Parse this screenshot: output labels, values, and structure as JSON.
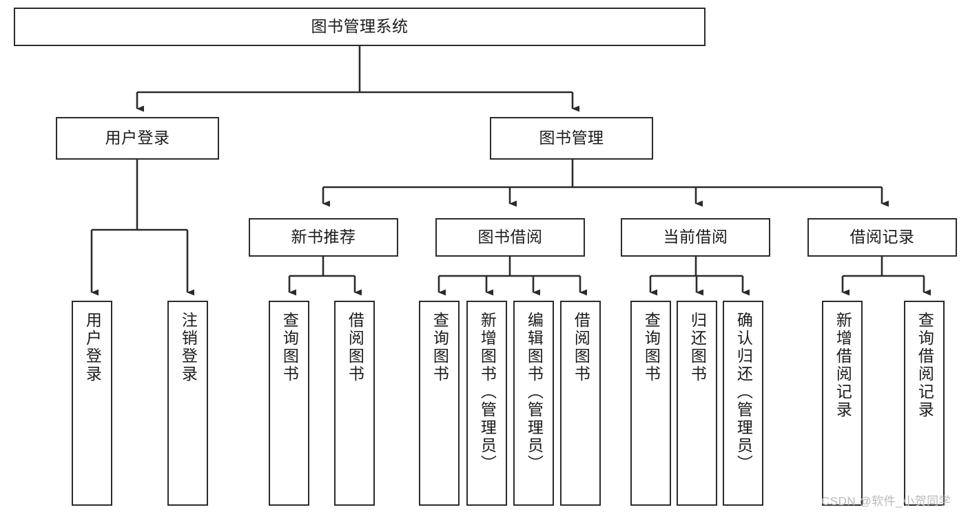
{
  "diagram": {
    "title": "图书管理系统",
    "type": "hierarchy-tree",
    "orientation": "top-down",
    "watermark": "CSDN @软件_小贺同学",
    "colors": {
      "box_border": "#2b2b2b",
      "box_fill": "#ffffff",
      "connector": "#2b2b2b",
      "text": "#1b1b1b",
      "watermark": "#b9b9b9",
      "background": "#ffffff"
    },
    "nodes": {
      "root": {
        "label": "图书管理系统",
        "level": 0,
        "orientation": "horizontal"
      },
      "l1": [
        {
          "id": "user-login",
          "label": "用户登录",
          "orientation": "horizontal"
        },
        {
          "id": "book-manage",
          "label": "图书管理",
          "orientation": "horizontal"
        }
      ],
      "l2": [
        {
          "id": "new-book-recommend",
          "label": "新书推荐",
          "parent": "book-manage",
          "orientation": "horizontal"
        },
        {
          "id": "book-borrow",
          "label": "图书借阅",
          "parent": "book-manage",
          "orientation": "horizontal"
        },
        {
          "id": "current-borrow",
          "label": "当前借阅",
          "parent": "book-manage",
          "orientation": "horizontal"
        },
        {
          "id": "borrow-record",
          "label": "借阅记录",
          "parent": "book-manage",
          "orientation": "horizontal"
        }
      ],
      "leaves": [
        {
          "id": "leaf-user-login",
          "label": "用户登录",
          "parent": "user-login",
          "orientation": "vertical"
        },
        {
          "id": "leaf-logout-login",
          "label": "注销登录",
          "parent": "user-login",
          "orientation": "vertical"
        },
        {
          "id": "leaf-query-book-1",
          "label": "查询图书",
          "parent": "new-book-recommend",
          "orientation": "vertical"
        },
        {
          "id": "leaf-borrow-book-1",
          "label": "借阅图书",
          "parent": "new-book-recommend",
          "orientation": "vertical"
        },
        {
          "id": "leaf-query-book-2",
          "label": "查询图书",
          "parent": "book-borrow",
          "orientation": "vertical"
        },
        {
          "id": "leaf-add-book",
          "label": "新增图书（管理员）",
          "parent": "book-borrow",
          "orientation": "vertical"
        },
        {
          "id": "leaf-edit-book",
          "label": "编辑图书（管理员）",
          "parent": "book-borrow",
          "orientation": "vertical"
        },
        {
          "id": "leaf-borrow-book-2",
          "label": "借阅图书",
          "parent": "book-borrow",
          "orientation": "vertical"
        },
        {
          "id": "leaf-query-book-3",
          "label": "查询图书",
          "parent": "current-borrow",
          "orientation": "vertical"
        },
        {
          "id": "leaf-return-book",
          "label": "归还图书",
          "parent": "current-borrow",
          "orientation": "vertical"
        },
        {
          "id": "leaf-confirm-return",
          "label": "确认归还（管理员）",
          "parent": "current-borrow",
          "orientation": "vertical"
        },
        {
          "id": "leaf-add-record",
          "label": "新增借阅记录",
          "parent": "borrow-record",
          "orientation": "vertical"
        },
        {
          "id": "leaf-query-record",
          "label": "查询借阅记录",
          "parent": "borrow-record",
          "orientation": "vertical"
        }
      ]
    }
  }
}
